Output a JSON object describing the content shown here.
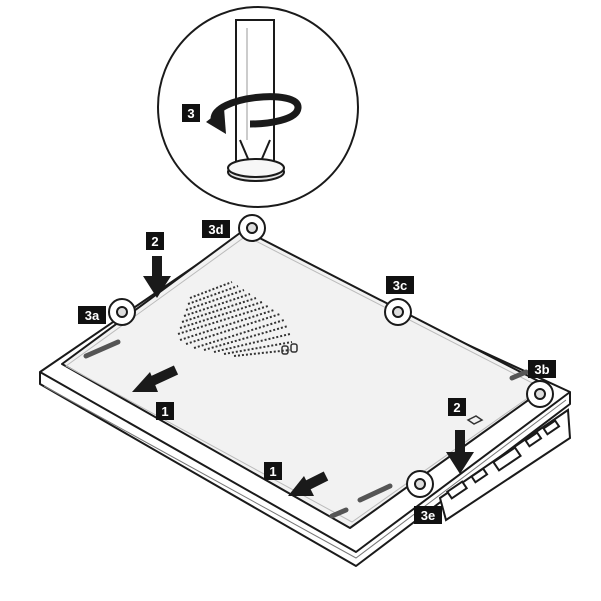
{
  "labels": {
    "step_3": "3",
    "step_3d": "3d",
    "step_2_left": "2",
    "step_3c": "3c",
    "step_3a": "3a",
    "step_3b": "3b",
    "step_1_left": "1",
    "step_2_right": "2",
    "step_1_right": "1",
    "step_3e": "3e"
  },
  "colors": {
    "line": "#1a1a1a",
    "label_bg": "#111111",
    "label_text": "#ffffff",
    "panel_fill": "#f2f2f2",
    "panel_edge": "#e6e6e6"
  }
}
